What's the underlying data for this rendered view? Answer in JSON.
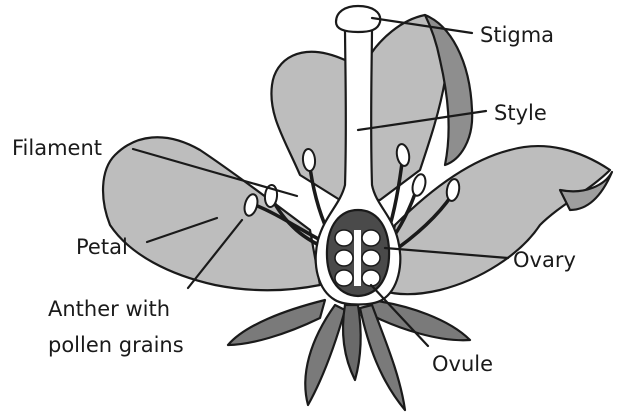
{
  "labels": {
    "stigma": "Stigma",
    "style": "Style",
    "filament": "Filament",
    "petal": "Petal",
    "anther_line1": "Anther with",
    "anther_line2": "pollen grains",
    "ovary": "Ovary",
    "ovule": "Ovule"
  },
  "colors": {
    "petal_fill": "#bdbdbd",
    "petal_dark": "#8e8e8e",
    "sepal_fill": "#7a7a7a",
    "outline": "#1a1a1a",
    "pistil_fill": "#ffffff",
    "ovary_inner": "#4a4a4a"
  }
}
